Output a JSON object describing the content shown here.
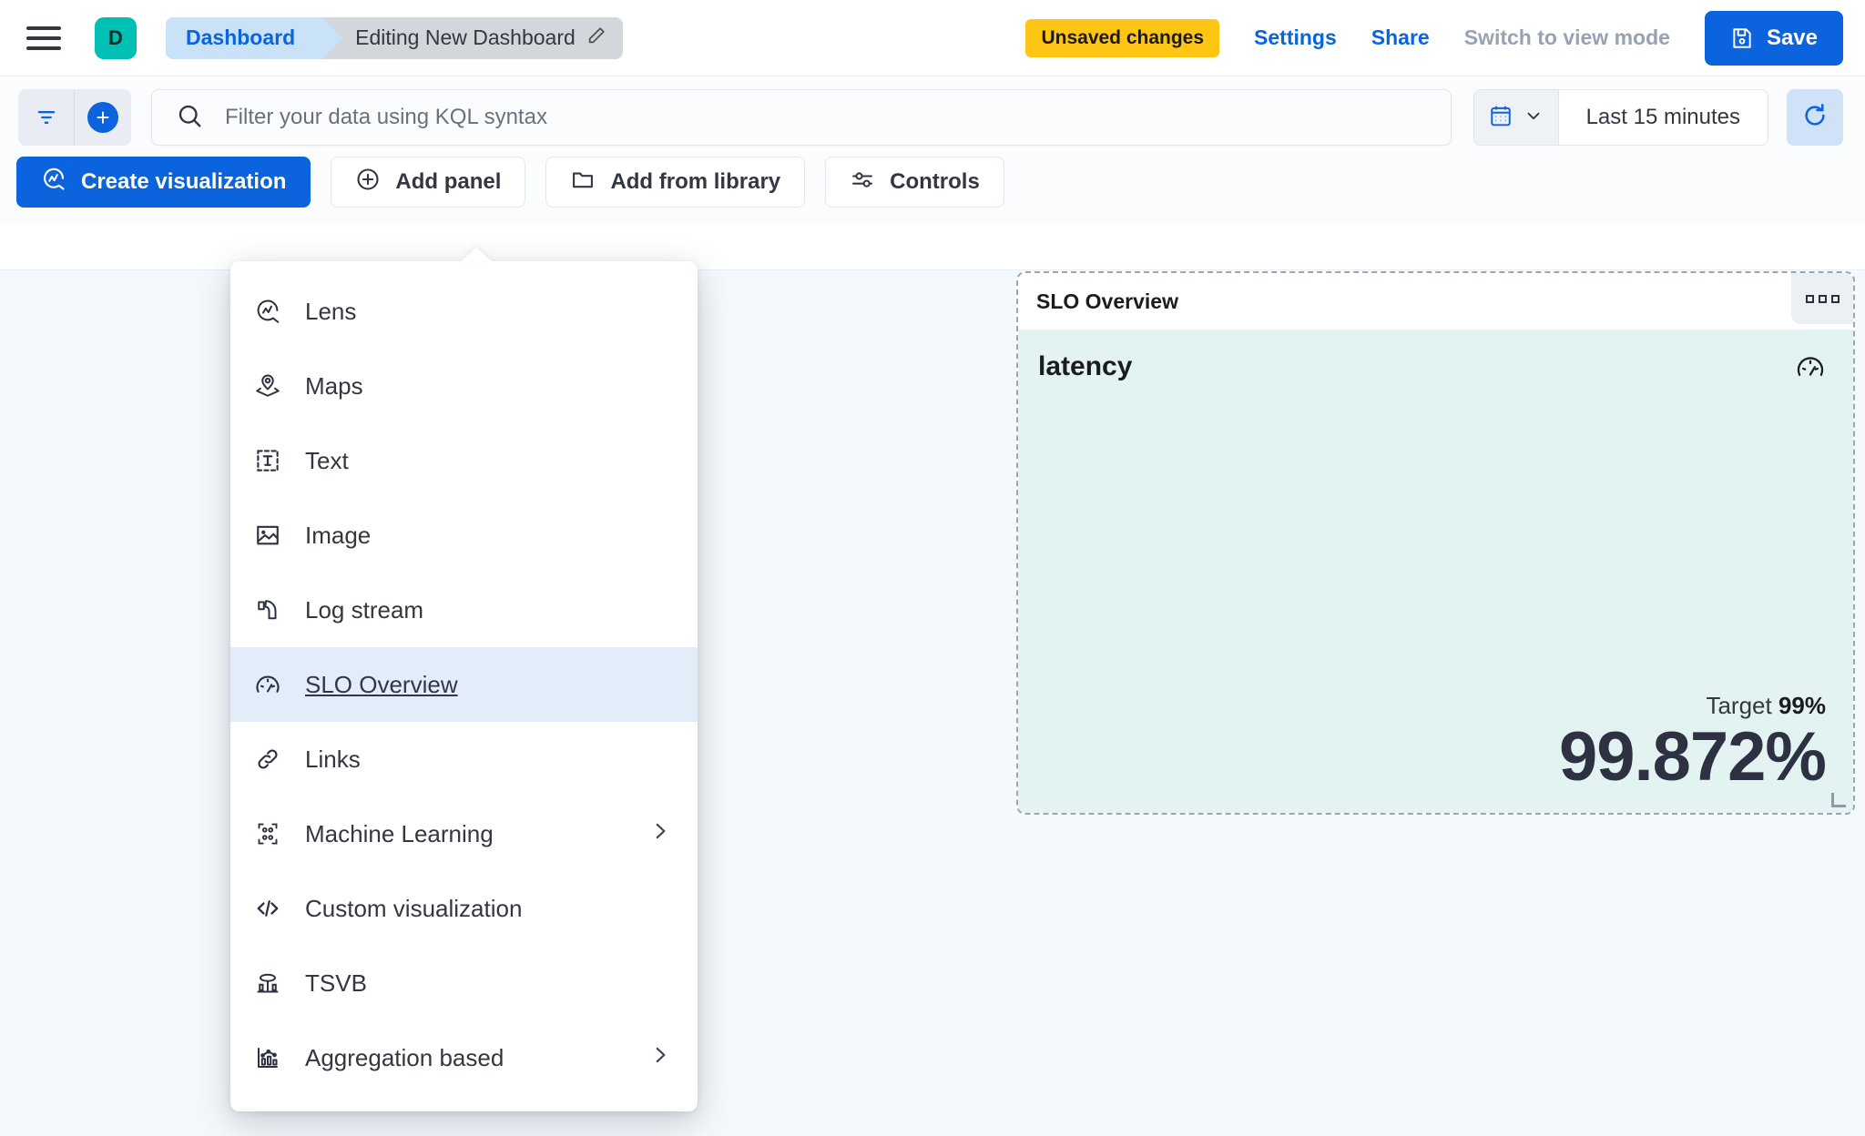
{
  "header": {
    "menu_icon": "hamburger-menu-icon",
    "space_avatar": "D",
    "breadcrumbs": [
      {
        "label": "Dashboard",
        "icon": ""
      },
      {
        "label": "Editing New Dashboard",
        "icon": "pencil-icon"
      }
    ],
    "unsaved_badge": "Unsaved changes",
    "settings_label": "Settings",
    "share_label": "Share",
    "view_mode_label": "Switch to view mode",
    "save_label": "Save",
    "save_icon": "save-disk-icon",
    "accent_color": "#0b64dd",
    "badge_color": "#FEC514",
    "space_color": "#00BFB3"
  },
  "query_bar": {
    "filter_icon": "filter-icon",
    "add_filter_icon": "plus-circle-icon",
    "search_icon": "search-icon",
    "placeholder": "Filter your data using KQL syntax",
    "value": "",
    "calendar_icon": "calendar-icon",
    "chevron_icon": "chevron-down-icon",
    "time_range": "Last 15 minutes",
    "refresh_icon": "refresh-icon"
  },
  "toolbar": {
    "buttons": [
      {
        "label": "Create visualization",
        "icon": "lens-icon",
        "primary": true
      },
      {
        "label": "Add panel",
        "icon": "plus-circle-icon",
        "primary": false
      },
      {
        "label": "Add from library",
        "icon": "folder-icon",
        "primary": false
      },
      {
        "label": "Controls",
        "icon": "controls-icon",
        "primary": false
      }
    ]
  },
  "add_panel_menu": {
    "items": [
      {
        "label": "Lens",
        "icon": "lens-icon",
        "selected": false,
        "submenu": false
      },
      {
        "label": "Maps",
        "icon": "maps-pin-icon",
        "selected": false,
        "submenu": false
      },
      {
        "label": "Text",
        "icon": "text-box-icon",
        "selected": false,
        "submenu": false
      },
      {
        "label": "Image",
        "icon": "image-icon",
        "selected": false,
        "submenu": false
      },
      {
        "label": "Log stream",
        "icon": "log-stream-icon",
        "selected": false,
        "submenu": false
      },
      {
        "label": "SLO Overview",
        "icon": "gauge-icon",
        "selected": true,
        "submenu": false
      },
      {
        "label": "Links",
        "icon": "link-icon",
        "selected": false,
        "submenu": false
      },
      {
        "label": "Machine Learning",
        "icon": "machine-learning-icon",
        "selected": false,
        "submenu": true
      },
      {
        "label": "Custom visualization",
        "icon": "code-icon",
        "selected": false,
        "submenu": false
      },
      {
        "label": "TSVB",
        "icon": "tsvb-icon",
        "selected": false,
        "submenu": false
      },
      {
        "label": "Aggregation based",
        "icon": "aggregation-icon",
        "selected": true,
        "submenu": true
      }
    ]
  },
  "slo_panel": {
    "title": "SLO Overview",
    "context_menu_icon": "ellipsis-icon",
    "slo_name": "latency",
    "gauge_icon": "gauge-icon",
    "target_label": "Target",
    "target_value": "99%",
    "sli_value": "99.872%",
    "background_color": "#e3f3f1"
  }
}
